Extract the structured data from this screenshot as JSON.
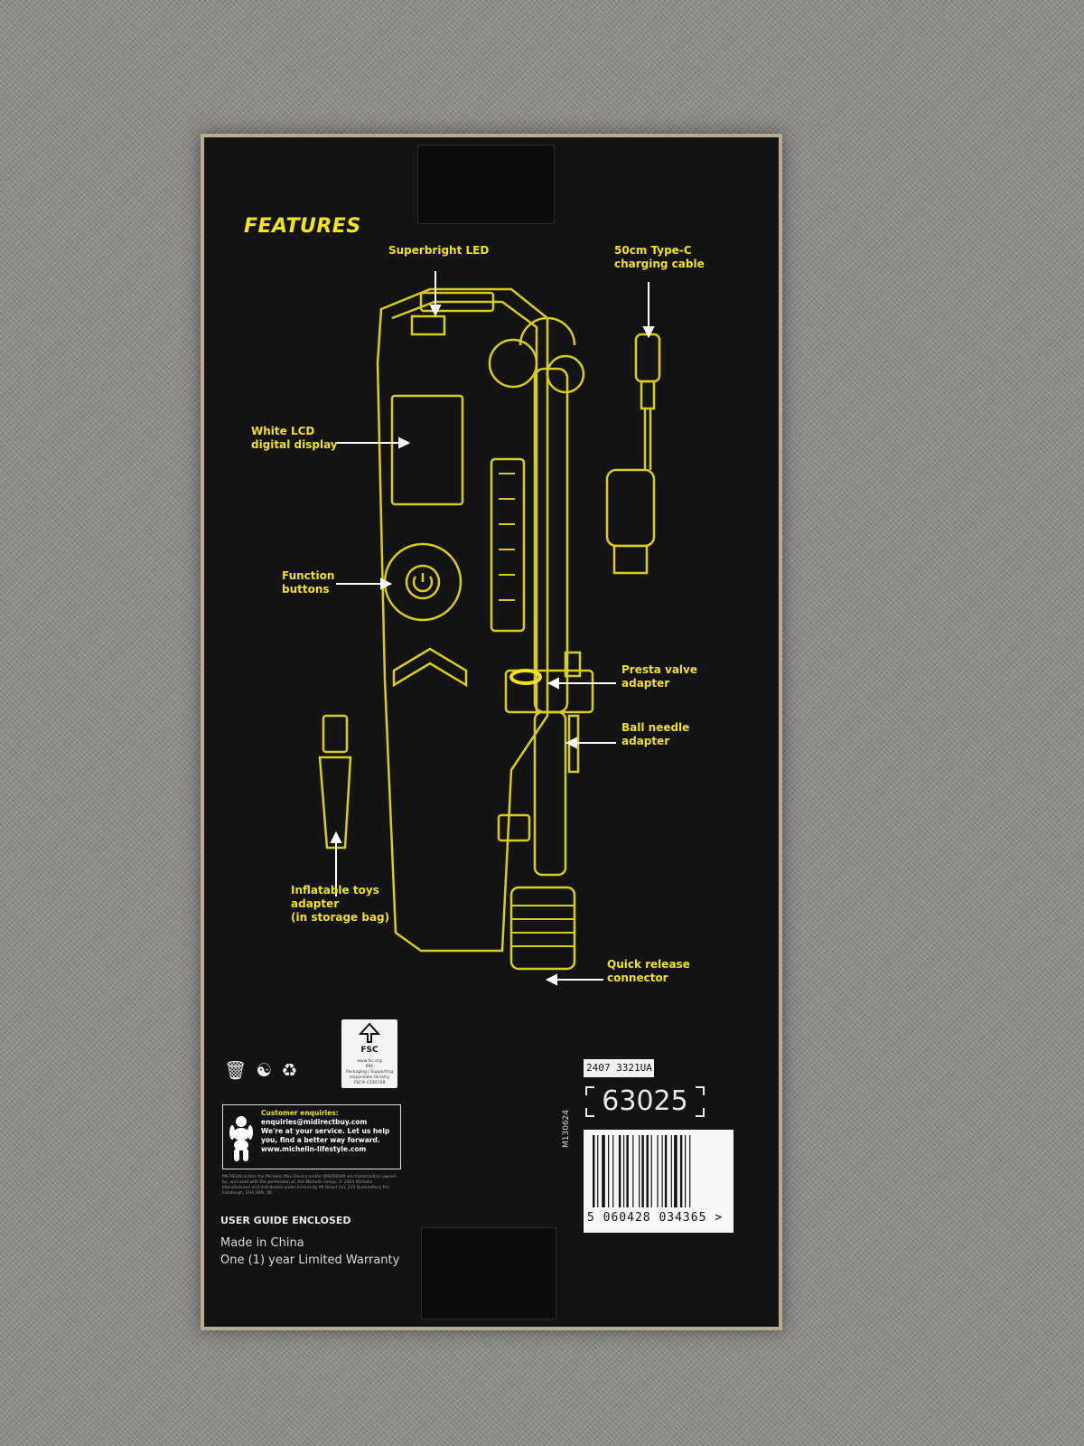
{
  "package": {
    "features_title": "FEATURES",
    "callouts": {
      "led": "Superbright LED",
      "cable": "50cm Type-C\ncharging cable",
      "lcd": "White LCD\ndigital display",
      "buttons": "Function\nbuttons",
      "presta": "Presta valve\nadapter",
      "ball": "Ball needle\nadapter",
      "toys": "Inflatable toys\nadapter\n(in storage bag)",
      "connector": "Quick release\nconnector"
    },
    "fsc": {
      "logo": "FSC",
      "site": "www.fsc.org",
      "mix": "MIX",
      "desc": "Packaging | Supporting responsible forestry",
      "code": "FSC® C192768"
    },
    "enquiry": {
      "heading": "Customer enquiries:",
      "email": "enquiries@midirectbuy.com",
      "line1": "We're at your service. Let us help",
      "line2": "you, find a better way forward.",
      "site": "www.michelin-lifestyle.com"
    },
    "legal": "MICHELIN and/or the Michelin Man Device and/or BIBENDUM are trademark(s) owned by, and used with the permission of, the Michelin Group. © 2024 Michelin. Manufactured and distributed under licence by MI Direct Ltd, 224 Queensferry Rd, Edinburgh, EH4 2BN, UK.",
    "guide": "USER GUIDE ENCLOSED",
    "made_in": "Made in China",
    "warranty": "One (1) year Limited Warranty",
    "vertical_code": "M130624",
    "batch": "2407 3321UA",
    "item_number": "63025",
    "barcode_number": "5 060428 034365 >"
  },
  "colors": {
    "box": "#131313",
    "accent_yellow": "#f0e020",
    "background": "#8f8e8a"
  }
}
